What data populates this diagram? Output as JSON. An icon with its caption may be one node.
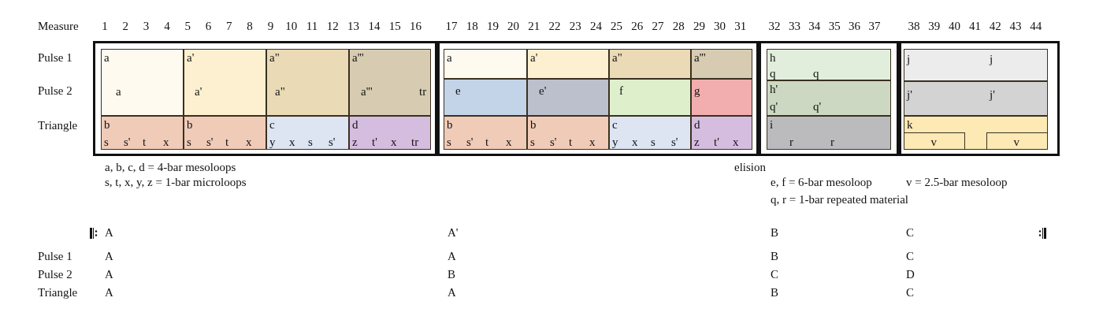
{
  "diagram": {
    "nodes": [
      {
        "text": [],
        "shape": "box"
      },
      {
        "text": [
          "a",
          "a"
        ],
        "in": 0
      },
      {
        "text": [
          "a'",
          "a'"
        ],
        "in": 0
      },
      {
        "text": [
          "a\"",
          "a\""
        ],
        "in": 0
      },
      {
        "text": [
          "a'''",
          "a'''",
          "tr"
        ],
        "in": 0
      },
      {
        "text": [
          "b",
          "s",
          "s'",
          "t",
          "x"
        ],
        "in": 0
      },
      {
        "text": [
          "b",
          "s",
          "s'",
          "t",
          "x"
        ],
        "in": 0
      },
      {
        "text": [
          "c",
          "y",
          "x",
          "s",
          "s'"
        ],
        "in": 0
      },
      {
        "text": [
          "d",
          "z",
          "t'",
          "x",
          "tr"
        ],
        "in": 0
      },
      {
        "text": [],
        "shape": "box"
      },
      {
        "text": [
          "a"
        ],
        "in": 9
      },
      {
        "text": [
          "e"
        ],
        "in": 9
      },
      {
        "text": [
          "a'"
        ],
        "in": 9
      },
      {
        "text": [
          "e'"
        ],
        "in": 9
      },
      {
        "text": [
          "a\""
        ],
        "in": 9
      },
      {
        "text": [
          "f"
        ],
        "in": 9
      },
      {
        "text": [
          "a'''"
        ],
        "in": 9
      },
      {
        "text": [
          "g"
        ],
        "in": 9
      },
      {
        "text": [
          "b",
          "s",
          "s'",
          "t",
          "x"
        ],
        "in": 9
      },
      {
        "text": [
          "b",
          "s",
          "s'",
          "t",
          "x"
        ],
        "in": 9
      },
      {
        "text": [
          "c",
          "y",
          "x",
          "s",
          "s'"
        ],
        "in": 9
      },
      {
        "text": [
          "d",
          "z",
          "t'",
          "x"
        ],
        "in": 9
      },
      {
        "text": [],
        "shape": "box"
      },
      {
        "text": [
          "h",
          "q",
          "q"
        ],
        "in": 22
      },
      {
        "text": [
          "h'",
          "q'",
          "q'"
        ],
        "in": 22
      },
      {
        "text": [
          "i",
          "r",
          "r"
        ],
        "in": 22
      },
      {
        "text": [],
        "shape": "box"
      },
      {
        "text": [
          "j",
          "j"
        ],
        "in": 26
      },
      {
        "text": [
          "j'",
          "j'"
        ],
        "in": 26
      },
      {
        "text": [
          "k"
        ],
        "in": 26
      },
      {
        "text": [
          "v"
        ],
        "in": 29
      },
      {
        "text": [
          "v"
        ],
        "in": 29
      }
    ],
    "edges": [],
    "labels": [
      "Measure",
      "1",
      "2",
      "3",
      "4",
      "5",
      "6",
      "7",
      "8",
      "9",
      "10",
      "11",
      "12",
      "13",
      "14",
      "15",
      "16",
      "17",
      "18",
      "19",
      "20",
      "21",
      "22",
      "23",
      "24",
      "25",
      "26",
      "27",
      "28",
      "29",
      "30",
      "31",
      "32",
      "33",
      "34",
      "35",
      "36",
      "37",
      "38",
      "39",
      "40",
      "41",
      "42",
      "43",
      "44",
      "Pulse 1",
      "Pulse 2",
      "Triangle",
      "a, b, c, d = 4-bar mesoloops",
      "s, t, x, y, z = 1-bar microloops",
      "elision",
      "e, f = 6-bar mesoloop",
      "v = 2.5-bar mesoloop",
      "q, r = 1-bar repeated material",
      "A",
      "A'",
      "B",
      "C",
      "Pulse 1",
      "A",
      "A",
      "B",
      "C",
      "Pulse 2",
      "A",
      "B",
      "C",
      "D",
      "Triangle",
      "A",
      "A",
      "B",
      "C"
    ]
  }
}
